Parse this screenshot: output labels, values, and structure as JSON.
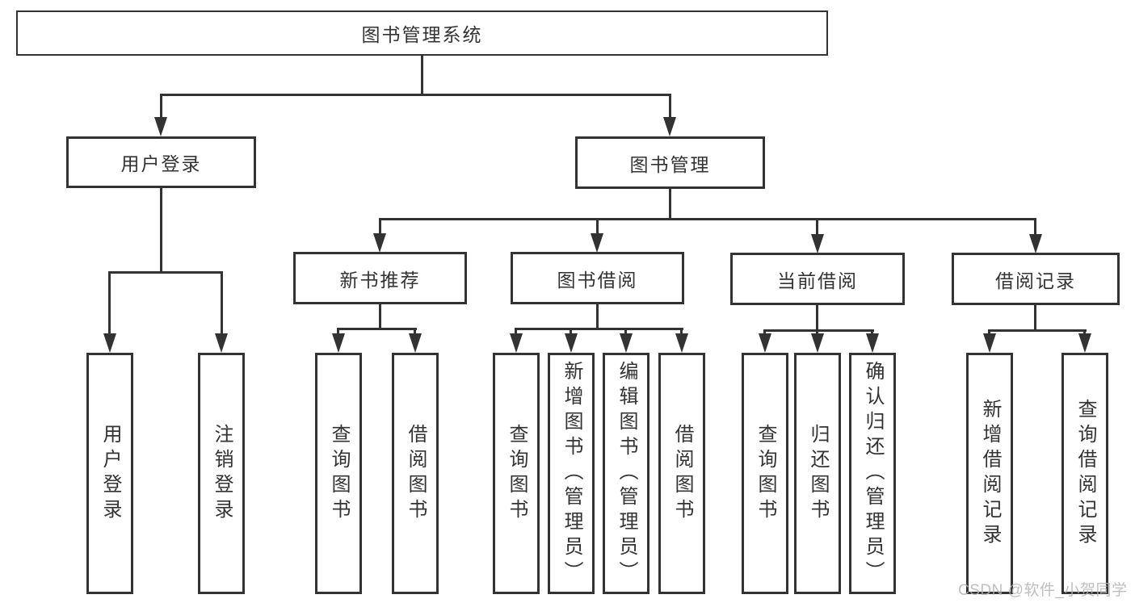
{
  "diagram": {
    "root": {
      "label": "图书管理系统"
    },
    "level2": [
      {
        "label": "用户登录"
      },
      {
        "label": "图书管理"
      }
    ],
    "level3": [
      {
        "label": "新书推荐"
      },
      {
        "label": "图书借阅"
      },
      {
        "label": "当前借阅"
      },
      {
        "label": "借阅记录"
      }
    ],
    "leaves": [
      {
        "label": "用户登录"
      },
      {
        "label": "注销登录"
      },
      {
        "label": "查询图书"
      },
      {
        "label": "借阅图书"
      },
      {
        "label": "查询图书"
      },
      {
        "label": "新增图书（管理员）"
      },
      {
        "label": "编辑图书（管理员）"
      },
      {
        "label": "借阅图书"
      },
      {
        "label": "查询图书"
      },
      {
        "label": "归还图书"
      },
      {
        "label": "确认归还（管理员）"
      },
      {
        "label": "新增借阅记录"
      },
      {
        "label": "查询借阅记录"
      }
    ],
    "colors": {
      "line": "#333333",
      "box_border": "#333333",
      "text": "#333333",
      "watermark": "#b4b4b4",
      "background": "#ffffff"
    }
  },
  "watermark": {
    "text": "CSDN @软件_小贺同学"
  }
}
